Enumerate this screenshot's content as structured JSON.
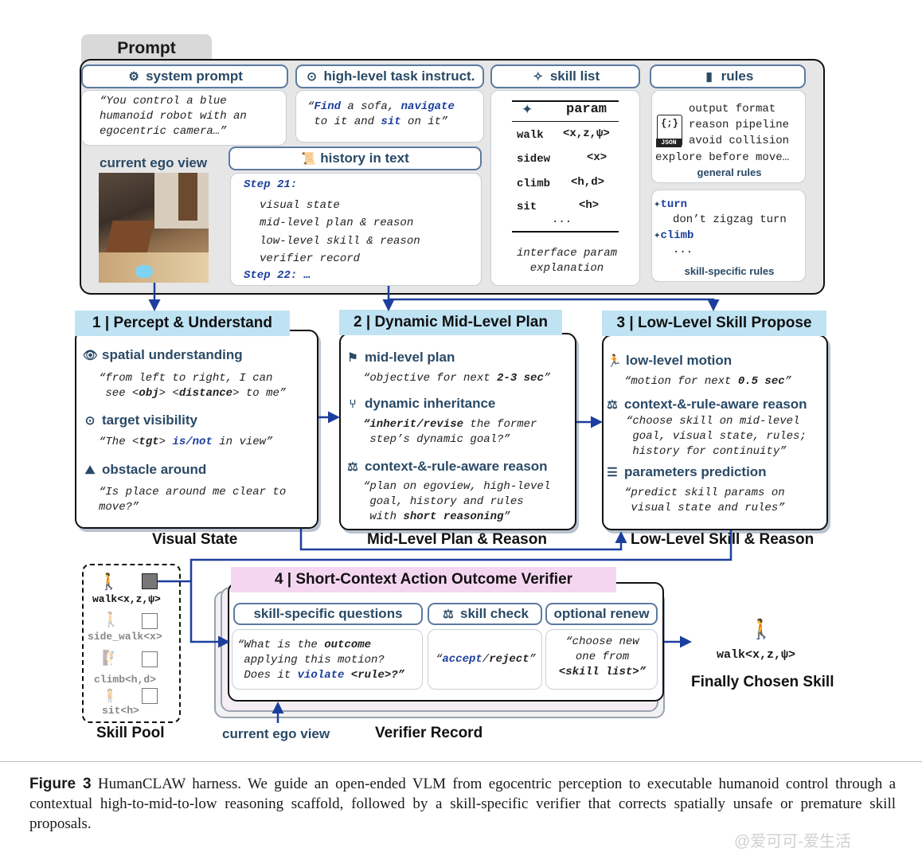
{
  "prompt": {
    "tab_label": "Prompt",
    "system_prompt": {
      "title": "system prompt",
      "text": "“You control a blue humanoid robot with an egocentric camera…”"
    },
    "task": {
      "title": "high-level task instruct.",
      "find": "Find",
      "t1": " a sofa, ",
      "navigate": "navigate",
      "t2": "to it and ",
      "sit": "sit",
      "t3": " on it”"
    },
    "skill_list": {
      "title": "skill list",
      "header": "param",
      "rows": [
        {
          "skill": "walk",
          "param": "<x,z,ψ>"
        },
        {
          "skill": "sidew",
          "param": "<x>"
        },
        {
          "skill": "climb",
          "param": "<h,d>"
        },
        {
          "skill": "sit",
          "param": "<h>"
        }
      ],
      "ellipsis": "...",
      "footer": "interface param explanation"
    },
    "rules": {
      "title": "rules",
      "general_lines": [
        "output format",
        "reason pipeline",
        "avoid collision",
        "explore before move…"
      ],
      "json_label": "JSON",
      "general_caption": "general rules",
      "turn": "turn",
      "turn_text": "don’t zigzag turn",
      "climb": "climb",
      "dots": "...",
      "skill_caption": "skill-specific rules"
    },
    "ego_view_label": "current ego view",
    "history": {
      "title": "history in text",
      "step21": "Step 21:",
      "lines": [
        "visual state",
        "mid-level plan & reason",
        "low-level skill & reason",
        "verifier record"
      ],
      "step22": "Step 22: …"
    }
  },
  "stage1": {
    "title": "1 | Percept & Understand",
    "spatial": "spatial understanding",
    "spatial_q1": "“from left to right, I can",
    "spatial_q2a": "see <",
    "obj": "obj",
    "spatial_q2b": "> <",
    "distance": "distance",
    "spatial_q2c": "> to me”",
    "target": "target visibility",
    "target_q1": "“The <",
    "tgt": "tgt",
    "target_q2": "> ",
    "isnot": "is/not",
    "target_q3": " in view”",
    "obstacle": "obstacle around",
    "obstacle_q": "“Is place around me clear to move?”",
    "caption": "Visual State"
  },
  "stage2": {
    "title": "2 | Dynamic Mid-Level Plan",
    "plan": "mid-level plan",
    "plan_q1": "“objective for next ",
    "plan_sec": "2-3 sec",
    "plan_q2": "”",
    "inherit": "dynamic inheritance",
    "inherit_b": "“inherit/revise",
    "inherit_q1": " the former",
    "inherit_q2": "step’s dynamic goal?”",
    "reason": "context-&-rule-aware reason",
    "reason_q1": "“plan on egoview, high-level",
    "reason_q2": "goal, history and rules",
    "reason_q3a": "with ",
    "reason_q3b": "short reasoning",
    "reason_q3c": "”",
    "caption": "Mid-Level Plan & Reason"
  },
  "stage3": {
    "title": "3 | Low-Level Skill Propose",
    "motion": "low-level motion",
    "motion_q1": "“motion for next ",
    "motion_sec": "0.5 sec",
    "motion_q2": "”",
    "reason": "context-&-rule-aware reason",
    "reason_q": [
      "“choose skill on mid-level",
      "goal, visual state, rules;",
      "history for continuity”"
    ],
    "params": "parameters prediction",
    "params_q": [
      "“predict skill params on",
      "visual state and rules”"
    ],
    "caption": "Low-Level Skill & Reason"
  },
  "verifier": {
    "title": "4 | Short-Context Action Outcome Verifier",
    "col1_title": "skill-specific questions",
    "col2_title": "skill check",
    "col3_title": "optional renew",
    "col1_a": "“What is the ",
    "outcome": "outcome",
    "col1_b": "applying this motion?",
    "col1_c": "Does it ",
    "violate": "violate",
    "col1_d": " <rule>?”",
    "col2_a": "“",
    "accept": "accept",
    "col2_b": "/",
    "reject": "reject",
    "col2_c": "”",
    "col3": [
      "“choose new",
      "one from"
    ],
    "col3_b": "<skill list>”",
    "ego_label": "current ego view",
    "record_label": "Verifier Record"
  },
  "skill_pool": {
    "items": [
      {
        "label": "walk<x,z,ψ>",
        "selected": true
      },
      {
        "label": "side_walk<x>",
        "selected": false
      },
      {
        "label": "climb<h,d>",
        "selected": false
      },
      {
        "label": "sit<h>",
        "selected": false
      }
    ],
    "caption": "Skill Pool"
  },
  "final": {
    "skill": "walk<x,z,ψ>",
    "caption": "Finally Chosen Skill"
  },
  "figure_caption": {
    "label": "Figure 3",
    "text": "HumanCLAW harness. We guide an open-ended VLM from egocentric perception to executable humanoid control through a contextual high-to-mid-to-low reasoning scaffold, followed by a skill-specific verifier that corrects spatially unsafe or premature skill proposals."
  },
  "watermark": "@爱可可-爱生活"
}
